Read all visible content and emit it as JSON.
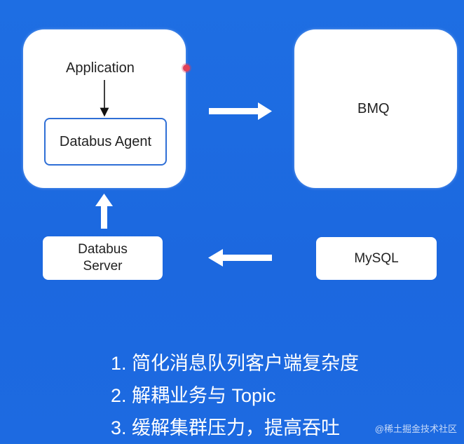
{
  "nodes": {
    "application": "Application",
    "databus_agent": "Databus Agent",
    "bmq": "BMQ",
    "databus_server": "Databus\nServer",
    "mysql": "MySQL"
  },
  "points": [
    "1. 简化消息队列客户端复杂度",
    "2. 解耦业务与 Topic",
    "3. 缓解集群压力，提高吞吐"
  ],
  "watermark": "@稀土掘金技术社区",
  "colors": {
    "background": "#1e6ee3",
    "box": "#ffffff",
    "arrow": "#ffffff",
    "inner_border": "#2f6fd6"
  }
}
